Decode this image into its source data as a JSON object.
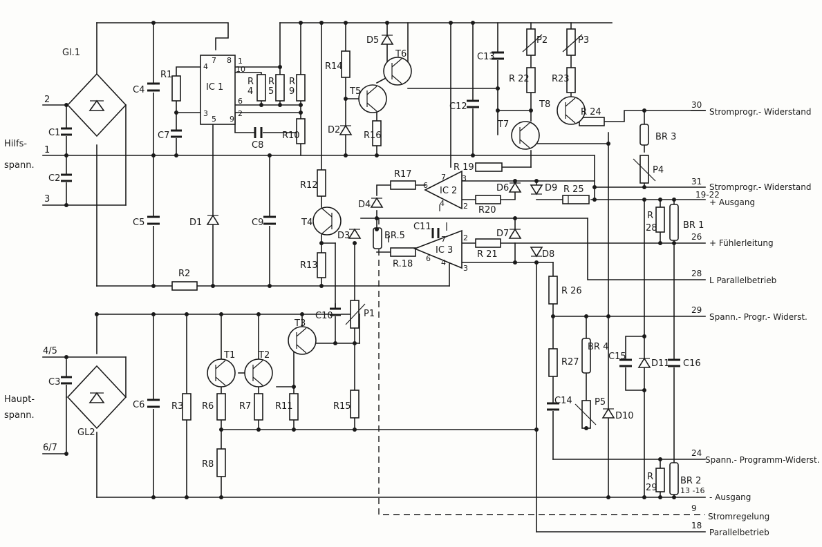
{
  "schematic": {
    "labels": {
      "gl1": "Gl.1",
      "gl2": "GL2",
      "hilfs": "Hilfs-",
      "spann1": "spann.",
      "haupt": "Haupt-",
      "spann2": "spann.",
      "c1": "C1",
      "c2": "C2",
      "c3": "C3",
      "c4": "C4",
      "c5": "C5",
      "c6": "C6",
      "c7": "C7",
      "c8": "C8",
      "c9": "C9",
      "c10": "C10",
      "c11": "C11",
      "c12": "C12",
      "c13": "C13",
      "c14": "C14",
      "c15": "C15",
      "c16": "C16",
      "r1": "R1",
      "r2": "R2",
      "r3": "R3",
      "r4a": "R",
      "r4b": "4",
      "r5a": "R",
      "r5b": "5",
      "r6": "R6",
      "r7": "R7",
      "r8": "R8",
      "r9a": "R",
      "r9b": "9",
      "r10": "R10",
      "r11": "R11",
      "r12": "R12",
      "r13": "R13",
      "r14": "R14",
      "r15": "R15",
      "r16": "R16",
      "r17": "R17",
      "r18": "R.18",
      "r19": "R 19",
      "r20": "R20",
      "r21": "R 21",
      "r22": "R 22",
      "r23": "R23",
      "r24": "R 24",
      "r25": "R 25",
      "r26": "R 26",
      "r27": "R27",
      "r28a": "R",
      "r28b": "28",
      "r29a": "R",
      "r29b": "29",
      "d1": "D1",
      "d2": "D2",
      "d3": "D3",
      "d4": "D4",
      "d5": "D5",
      "d6": "D6",
      "d7": "D7",
      "d8": "D8",
      "d9": "D9",
      "d10": "D10",
      "d11": "D11",
      "t1": "T1",
      "t2": "T2",
      "t3": "T3",
      "t4": "T4",
      "t5": "T5",
      "t6": "T6",
      "t7": "T7",
      "t8": "T8",
      "p1": "P1",
      "p2": "P2",
      "p3": "P3",
      "p4": "P4",
      "p5": "P5",
      "ic1": "IC 1",
      "ic2": "IC 2",
      "ic3": "IC 3",
      "br1": "BR 1",
      "br2": "BR 2",
      "br3": "BR 3",
      "br4": "BR 4",
      "br5": "BR.5",
      "ic1_pins": [
        "4",
        "7",
        "8",
        "1",
        "10",
        "6",
        "2",
        "3",
        "5",
        "9"
      ],
      "ic2_pins": [
        "7",
        "3",
        "6",
        "4",
        "2"
      ],
      "ic3_pins": [
        "7",
        "2",
        "6",
        "4",
        "3"
      ],
      "in_pins": [
        "2",
        "1",
        "3",
        "4/5",
        "6/7"
      ],
      "br2_range": "13 -16",
      "plus_range": "19-22"
    },
    "terminals": [
      {
        "num": "30",
        "text": "Stromprogr.- Widerstand"
      },
      {
        "num": "31",
        "text": "Stromprogr.- Widerstand"
      },
      {
        "num": "19-22",
        "text": "+ Ausgang"
      },
      {
        "num": "26",
        "text": "+ Fühlerleitung"
      },
      {
        "num": "28",
        "text": "L Parallelbetrieb"
      },
      {
        "num": "29",
        "text": "Spann.- Progr.- Widerst."
      },
      {
        "num": "24",
        "text": "Spann.- Programm-Widerst."
      },
      {
        "num": "13-16",
        "text": "- Ausgang"
      },
      {
        "num": "9",
        "text": "Stromregelung"
      },
      {
        "num": "18",
        "text": "Parallelbetrieb"
      }
    ]
  }
}
